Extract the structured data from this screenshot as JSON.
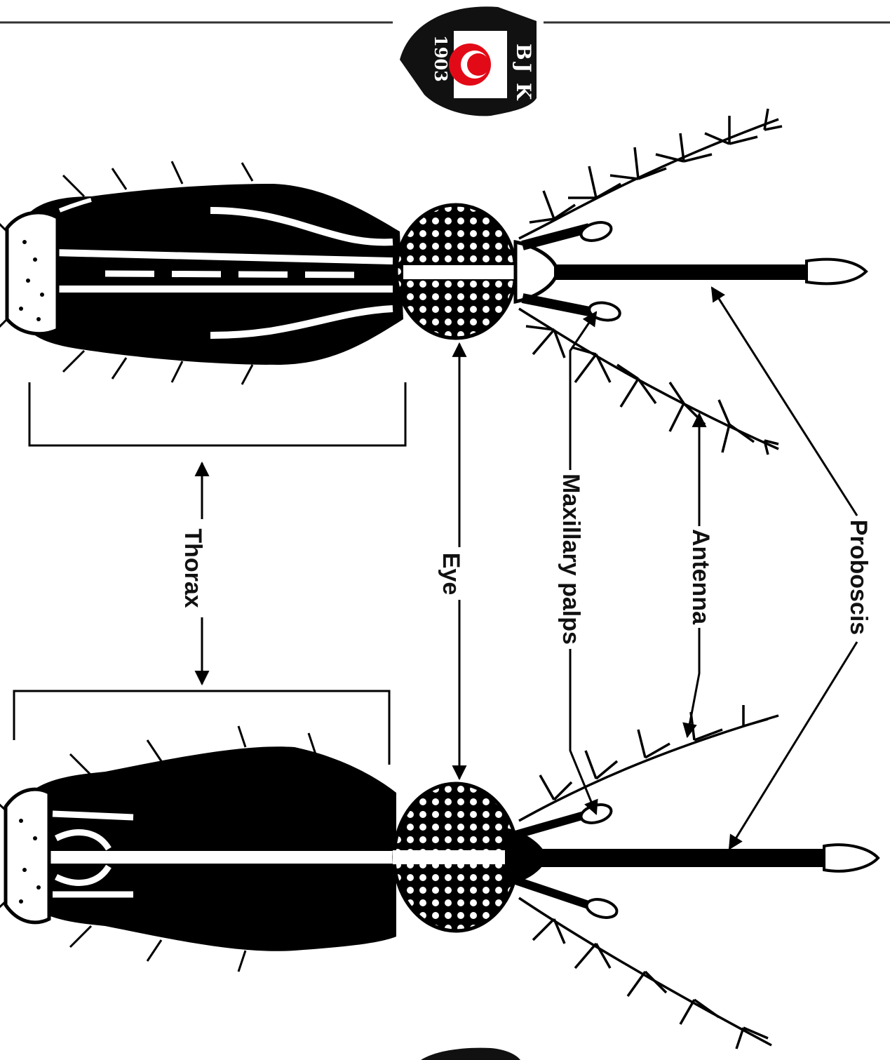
{
  "labels": {
    "thorax": "Thorax",
    "eye": "Eye",
    "maxillary_palps": "Maxillary palps",
    "antenna": "Antenna",
    "proboscis": "Proboscis"
  },
  "watermark": {
    "letters": [
      "B",
      "J",
      "K"
    ],
    "year": "1903",
    "colors": {
      "shield": "#111111",
      "emblem": "#e30a17",
      "text": "#ffffff"
    }
  },
  "colors": {
    "ink": "#000000",
    "background": "#ffffff"
  }
}
